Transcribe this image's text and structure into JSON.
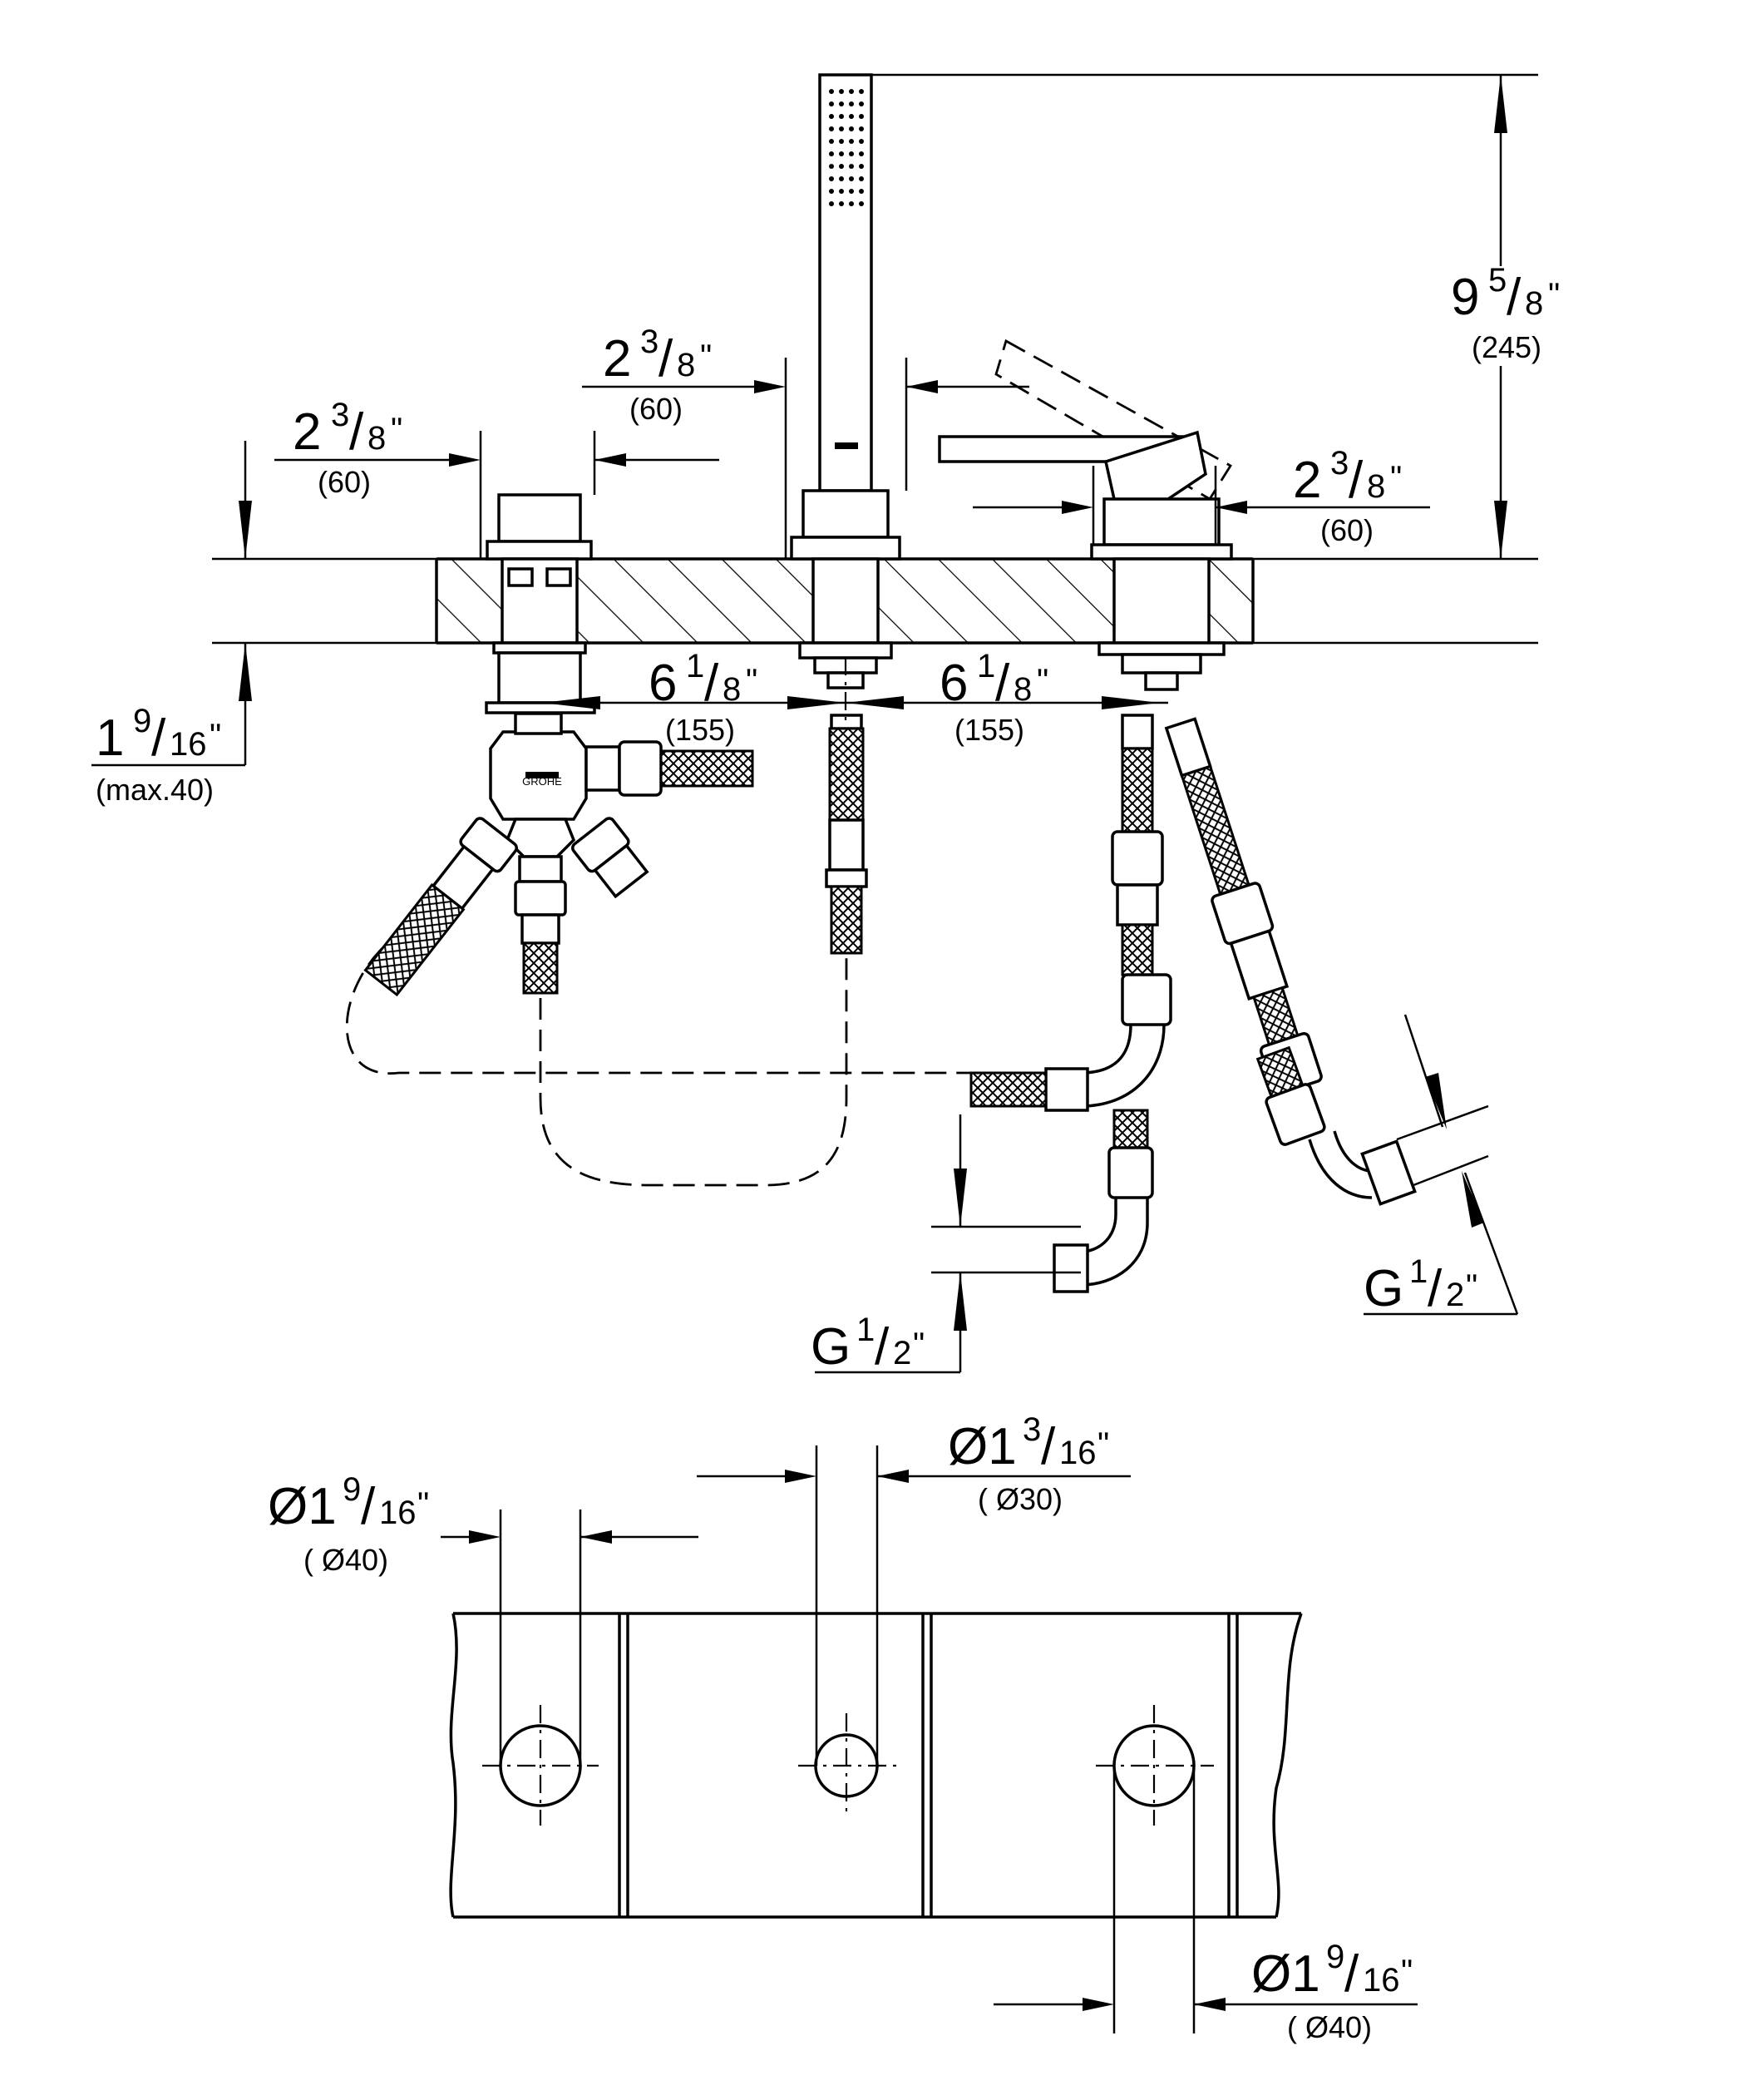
{
  "dimensions": {
    "top_left_width": {
      "whole": "2",
      "num": "3",
      "den": "8",
      "mark": "\"",
      "metric": "(60)"
    },
    "top_mid_width": {
      "whole": "2",
      "num": "3",
      "den": "8",
      "mark": "\"",
      "metric": "(60)"
    },
    "top_right_width": {
      "whole": "2",
      "num": "3",
      "den": "8",
      "mark": "\"",
      "metric": "(60)"
    },
    "overall_height": {
      "whole": "9",
      "num": "5",
      "den": "8",
      "mark": "\"",
      "metric": "(245)"
    },
    "deck_thickness": {
      "whole": "1",
      "num": "9",
      "den": "16",
      "mark": "\"",
      "metric": "(max.40)"
    },
    "spacing_left": {
      "whole": "6",
      "num": "1",
      "den": "8",
      "mark": "\"",
      "metric": "(155)"
    },
    "spacing_right": {
      "whole": "6",
      "num": "1",
      "den": "8",
      "mark": "\"",
      "metric": "(155)"
    },
    "thread_lower": {
      "whole": "G",
      "num": "1",
      "den": "2",
      "mark": "\""
    },
    "thread_right": {
      "whole": "G",
      "num": "1",
      "den": "2",
      "mark": "\""
    },
    "hole_left": {
      "whole": "Ø1",
      "num": "9",
      "den": "16",
      "mark": "\"",
      "metric": "( Ø40)"
    },
    "hole_middle": {
      "whole": "Ø1",
      "num": "3",
      "den": "16",
      "mark": "\"",
      "metric": "( Ø30)"
    },
    "hole_right": {
      "whole": "Ø1",
      "num": "9",
      "den": "16",
      "mark": "\"",
      "metric": "( Ø40)"
    }
  },
  "diverter_marking": "GROHE",
  "icons": [
    "handshower",
    "mixer-lever",
    "diverter-knob",
    "diverter-valve",
    "braided-hose",
    "hose-nut"
  ]
}
